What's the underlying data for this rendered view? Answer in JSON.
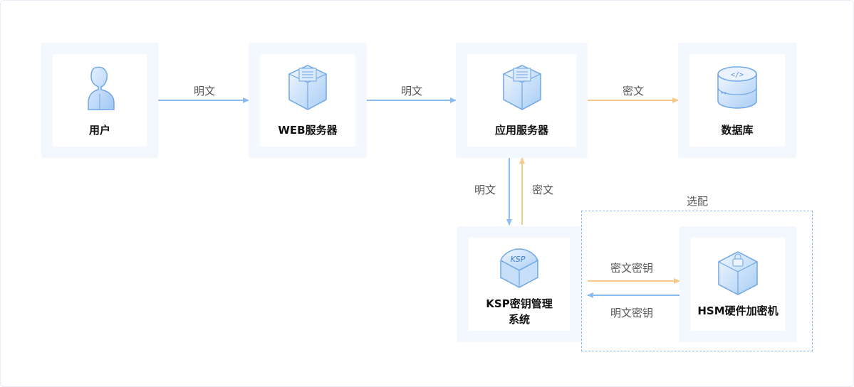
{
  "nodes": {
    "user": {
      "label": "用户",
      "icon": "user-icon"
    },
    "web": {
      "label": "WEB服务器",
      "icon": "server-icon"
    },
    "app": {
      "label": "应用服务器",
      "icon": "server-icon"
    },
    "db": {
      "label": "数据库",
      "icon": "database-icon"
    },
    "ksp": {
      "label_line1": "KSP密钥管理",
      "label_line2": "系统",
      "icon": "ksp-shield-icon",
      "badge": "KSP"
    },
    "hsm": {
      "label": "HSM硬件加密机",
      "icon": "hsm-lock-icon"
    }
  },
  "edges": {
    "user_web": "明文",
    "web_app": "明文",
    "app_db": "密文",
    "app_ksp": "明文",
    "ksp_app": "密文",
    "ksp_hsm": "密文密钥",
    "hsm_ksp": "明文密钥"
  },
  "optional_group": {
    "label": "选配"
  },
  "colors": {
    "plain": "#8bbcee",
    "cipher": "#f6c88a",
    "accent": "#5aa0e6"
  }
}
